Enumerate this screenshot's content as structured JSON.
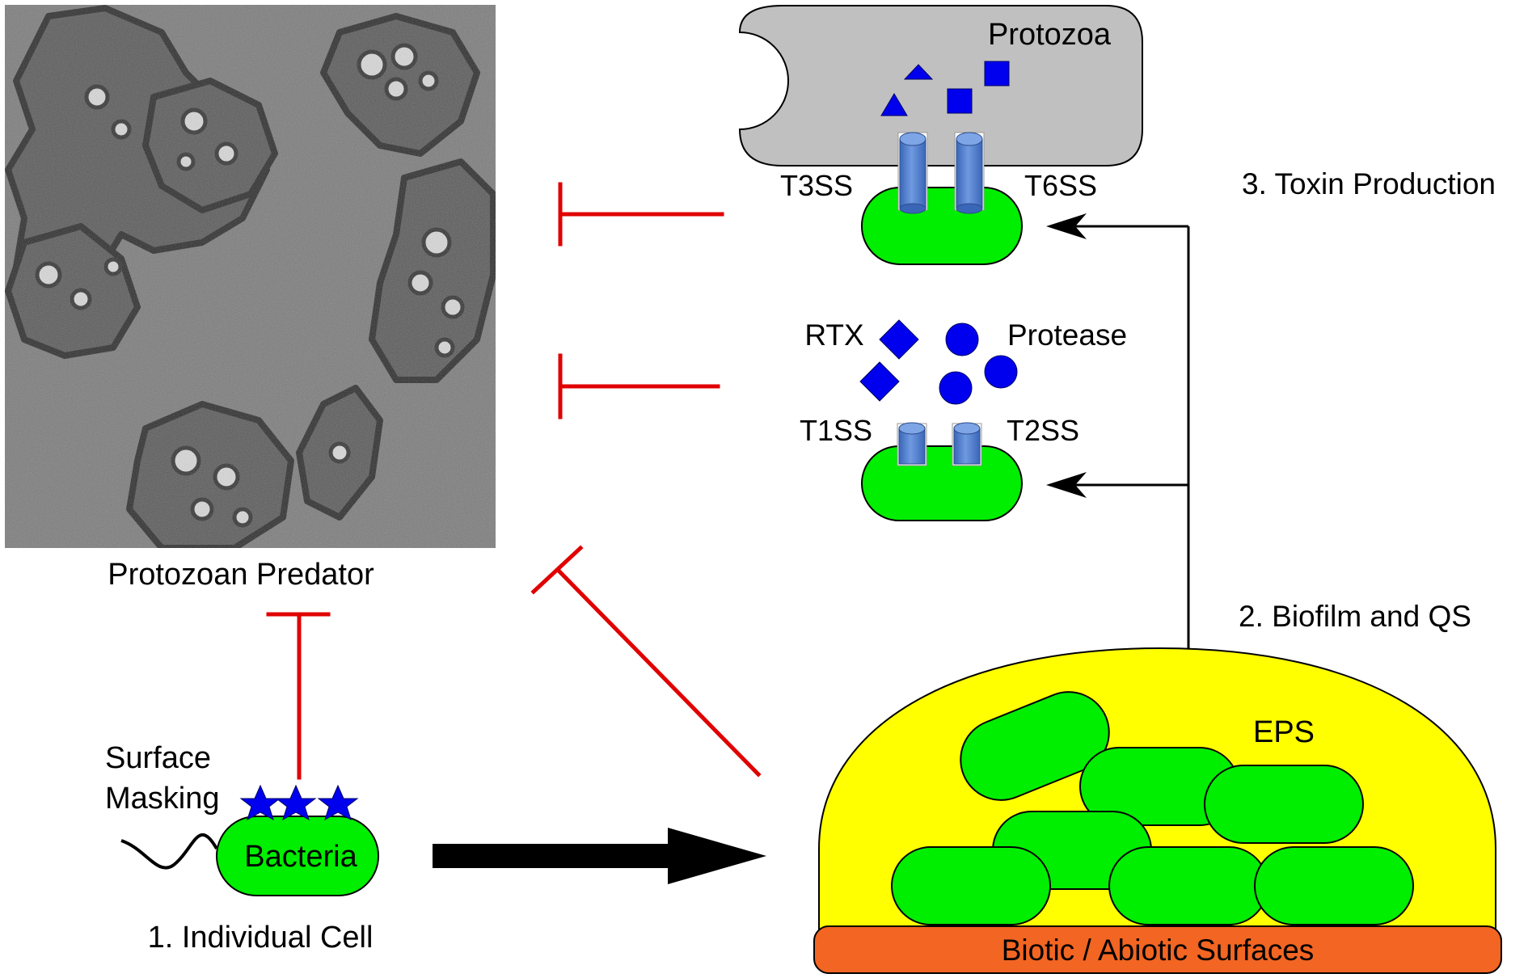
{
  "labels": {
    "protozoan_predator": "Protozoan Predator",
    "protozoa": "Protozoa",
    "t3ss": "T3SS",
    "t6ss": "T6SS",
    "toxin_production": "3. Toxin Production",
    "rtx": "RTX",
    "protease": "Protease",
    "t1ss": "T1SS",
    "t2ss": "T2SS",
    "biofilm_qs": "2. Biofilm and QS",
    "eps": "EPS",
    "surface_masking_line1": "Surface",
    "surface_masking_line2": "Masking",
    "bacteria": "Bacteria",
    "individual_cell": "1. Individual Cell",
    "surfaces": "Biotic / Abiotic Surfaces"
  },
  "colors": {
    "bacteria_fill": "#00ee00",
    "protozoa_fill": "#c0c0c0",
    "eps_fill": "#ffff00",
    "surface_fill": "#f26522",
    "inhibition_red": "#e00000",
    "molecule_blue": "#0000ee",
    "secretion_system_blue": "#4f7fd0",
    "micrograph_gray": "#7a7a7a"
  }
}
